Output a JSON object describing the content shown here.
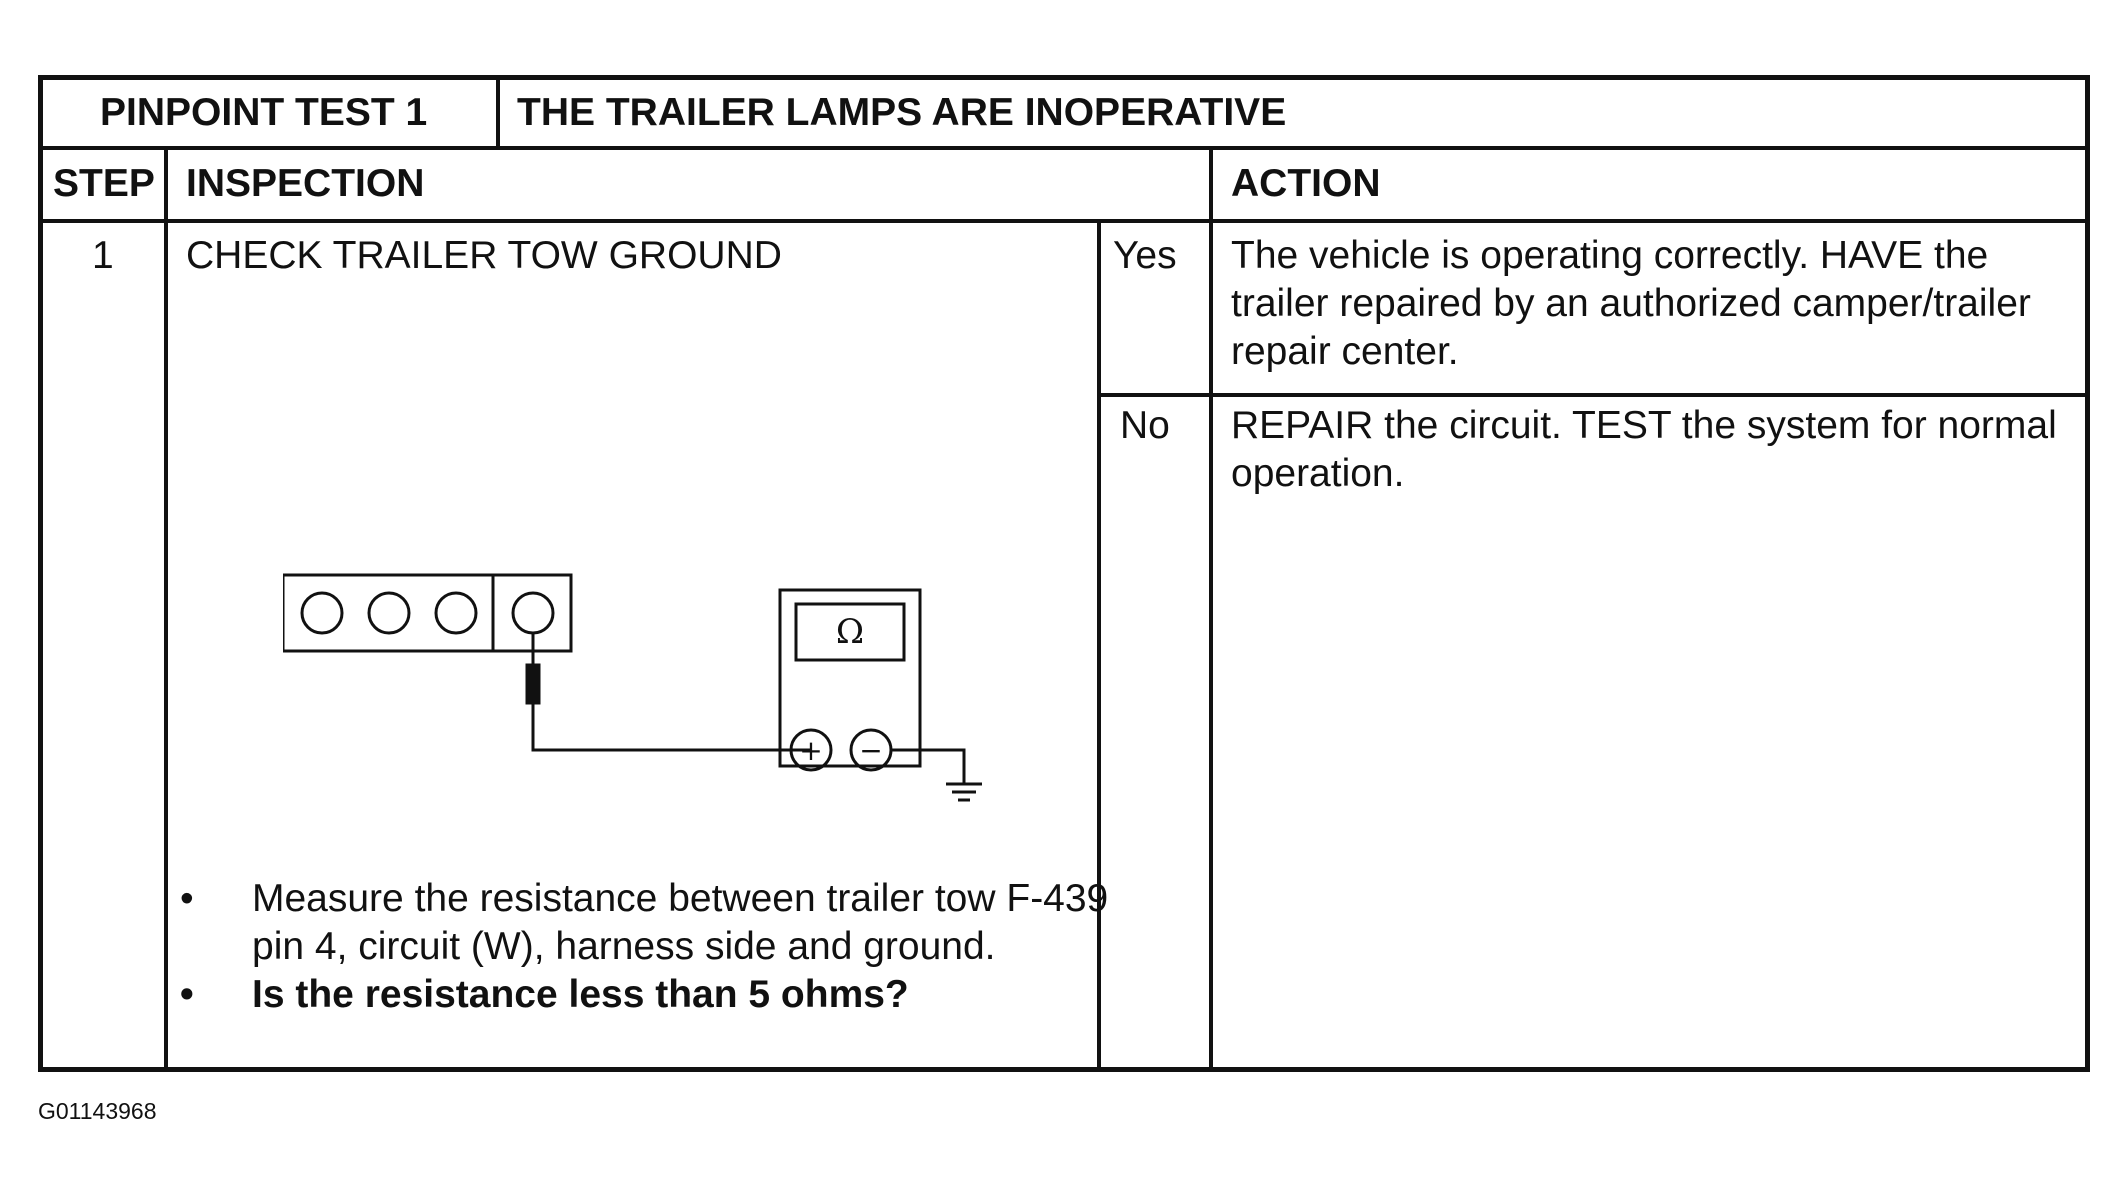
{
  "header": {
    "test_label": "PINPOINT TEST 1",
    "test_title": "THE TRAILER LAMPS ARE INOPERATIVE"
  },
  "columns": {
    "step": "STEP",
    "inspection": "INSPECTION",
    "action": "ACTION"
  },
  "step": {
    "number": "1",
    "title": "CHECK TRAILER TOW GROUND",
    "bullets": [
      "Measure the resistance between trailer tow F-439 pin 4, circuit (W), harness side and ground.",
      "Is the resistance less than 5 ohms?"
    ],
    "bullet_symbol": "•"
  },
  "diagram": {
    "meter_symbol": "Ω",
    "plus_symbol": "+",
    "minus_symbol": "−"
  },
  "outcomes": [
    {
      "answer": "Yes",
      "action": "The vehicle is operating correctly.  HAVE the trailer repaired by an authorized camper/trailer repair center."
    },
    {
      "answer": "No",
      "action": "REPAIR the circuit.  TEST the system for normal operation."
    }
  ],
  "figure_id": "G01143968"
}
